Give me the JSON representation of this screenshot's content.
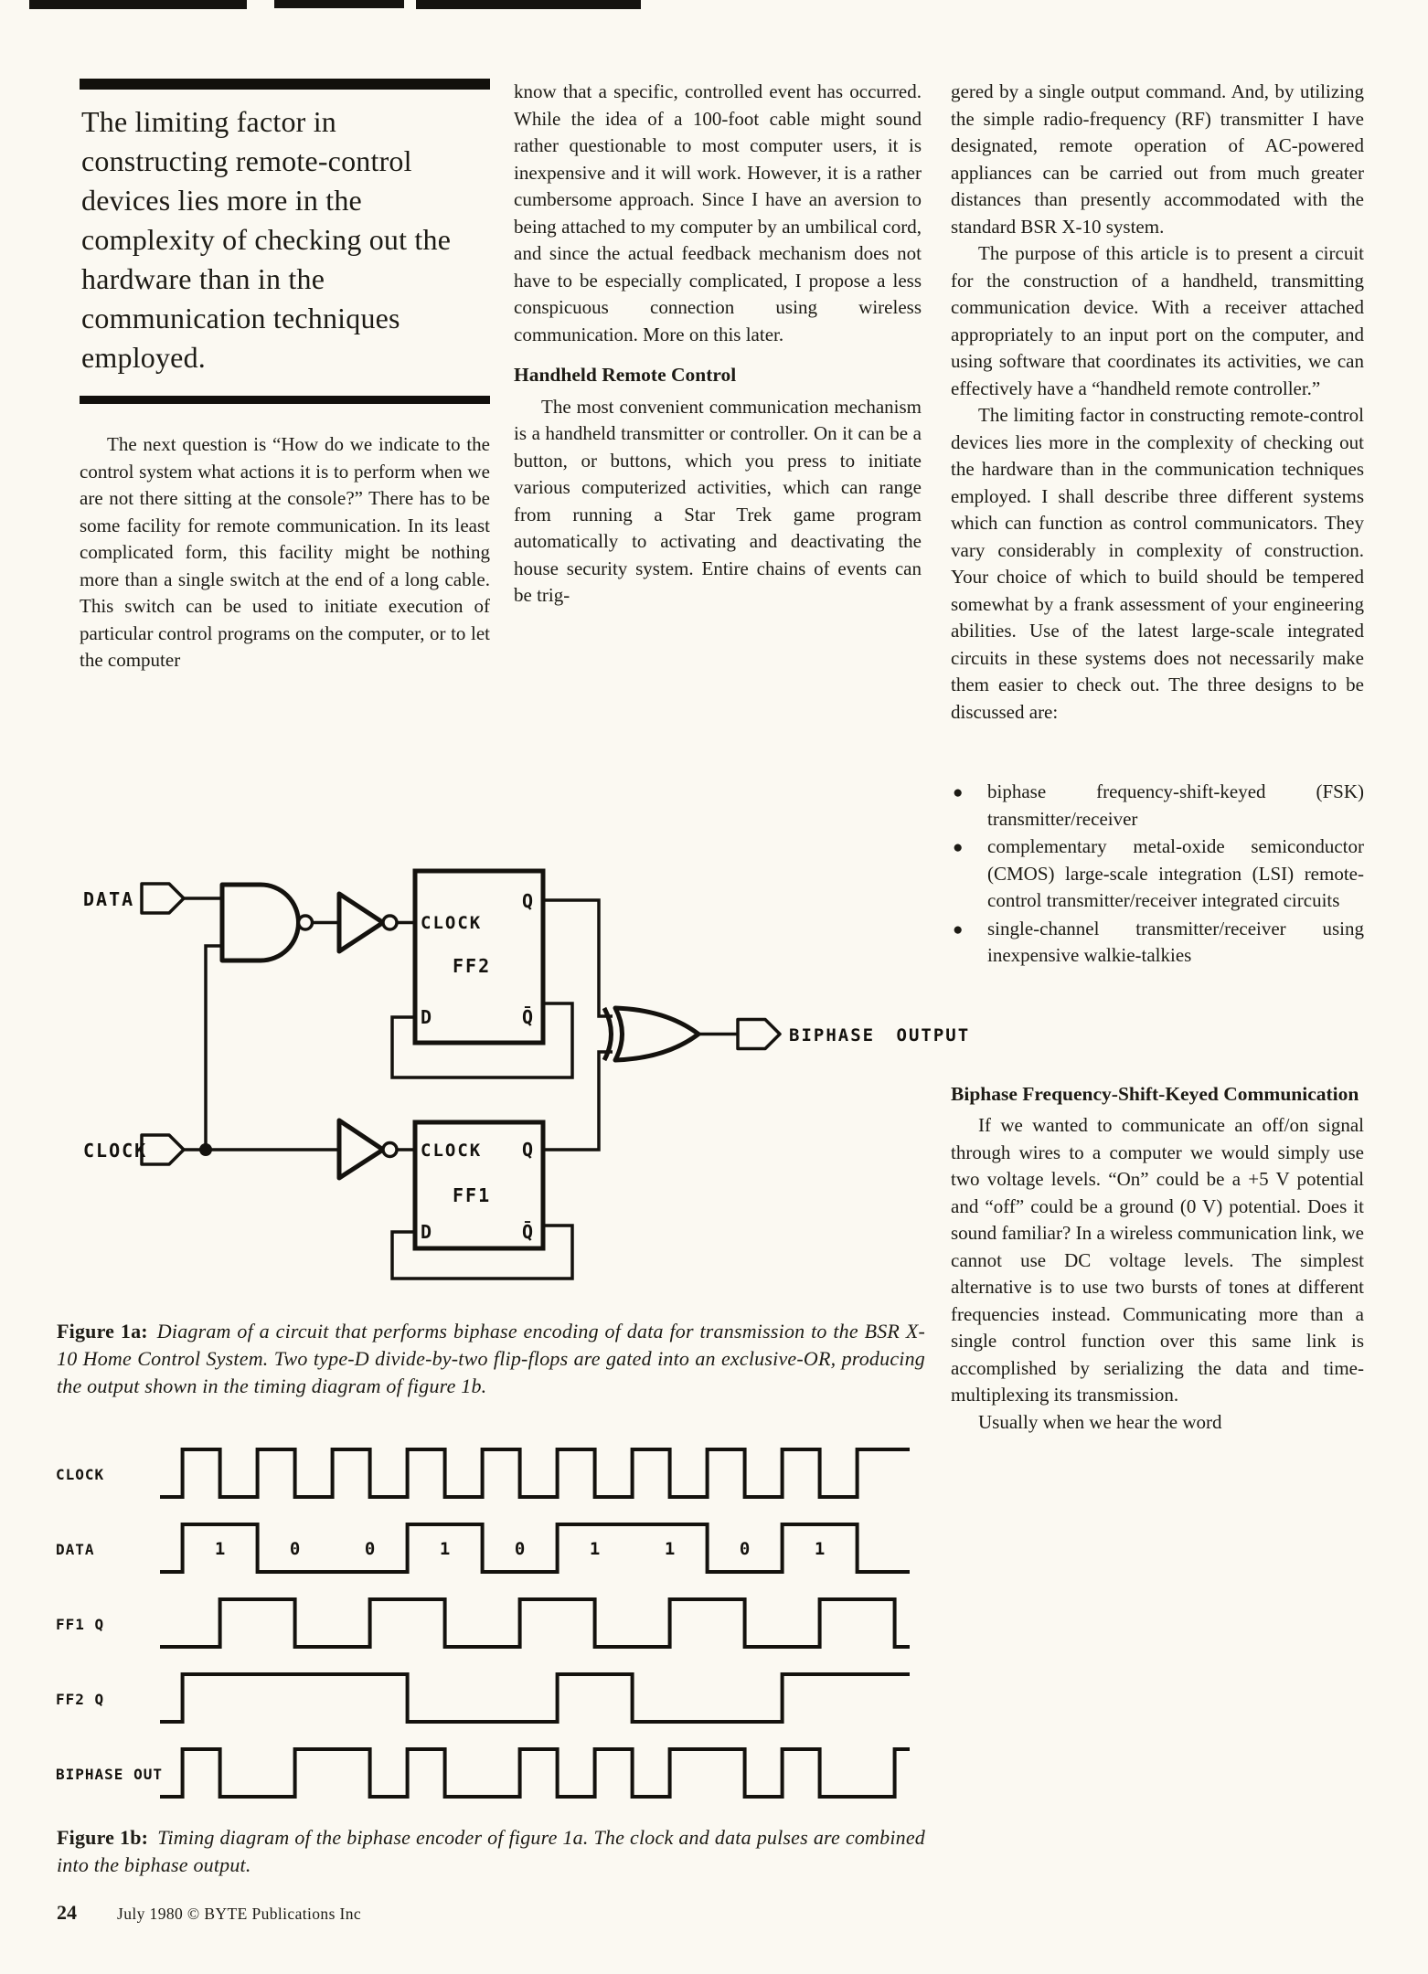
{
  "page": {
    "bg_color": "#fbf9f2",
    "ink_color": "#14120e",
    "footer": {
      "page_number": "24",
      "credit": "July 1980 © BYTE Publications Inc"
    }
  },
  "pull_quote": {
    "text": "The limiting factor in constructing remote-control devices lies more in the complexity of checking out the hardware than in the communication techniques employed."
  },
  "columns": {
    "left": {
      "paragraph": "The next question is “How do we indicate to the control system what actions it is to perform when we are not there sitting at the console?” There has to be some facility for remote communication. In its least complicated form, this facility might be nothing more than a single switch at the end of a long cable. This switch can be used to initiate execution of particular control programs on the computer, or to let the computer"
    },
    "middle": {
      "paragraph_1": "know that a specific, controlled event has occurred. While the idea of a 100-foot cable might sound rather questionable to most computer users, it is inexpensive and it will work. However, it is a rather cumbersome approach. Since I have an aversion to being attached to my computer by an umbilical cord, and since the actual feedback mechanism does not have to be especially complicated, I propose a less conspicuous connection using wireless communication. More on this later.",
      "heading": "Handheld Remote Control",
      "paragraph_2": "The most convenient communication mechanism is a handheld transmitter or controller. On it can be a button, or buttons, which you press to initiate various computerized activities, which can range from running a Star Trek game program automatically to activating and deactivating the house security system. Entire chains of events can be trig-"
    },
    "right": {
      "paragraph_1": "gered by a single output command. And, by utilizing the simple radio-frequency (RF) transmitter I have designated, remote operation of AC-powered appliances can be carried out from much greater distances than presently accommodated with the standard BSR X-10 system.",
      "paragraph_2": "The purpose of this article is to present a circuit for the construction of a handheld, transmitting communication device. With a receiver attached appropriately to an input port on the computer, and using software that coordinates its activities, we can effectively have a “handheld remote controller.”",
      "paragraph_3": "The limiting factor in constructing remote-control devices lies more in the complexity of checking out the hardware than in the communication techniques employed. I shall describe three different systems which can function as control communicators. They vary considerably in complexity of construction. Your choice of which to build should be tempered somewhat by a frank assessment of your engineering abilities. Use of the latest large-scale integrated circuits in these systems does not necessarily make them easier to check out. The three designs to be discussed are:",
      "bullet_glyph": "●",
      "bullets": [
        "biphase frequency-shift-keyed (FSK) transmitter/receiver",
        "complementary metal-oxide semiconductor (CMOS) large-scale integration (LSI) remote-control transmitter/receiver integrated circuits",
        "single-channel transmitter/receiver using inexpensive walkie-talkies"
      ],
      "heading": "Biphase Frequency-Shift-Keyed Communication",
      "paragraph_4": "If we wanted to communicate an off/on signal through wires to a computer we would simply use two voltage levels. “On” could be a +5 V potential and “off” could be a ground (0 V) potential. Does it sound familiar? In a wireless communication link, we cannot use DC voltage levels. The simplest alternative is to use two bursts of tones at different frequencies instead. Communicating more than a single control function over this same link is accomplished by serializing the data and time-multiplexing its transmission.",
      "paragraph_5": "Usually when we hear the word"
    }
  },
  "figure_1a": {
    "caption_label": "Figure 1a:",
    "caption_text": "Diagram of a circuit that performs biphase encoding of data for transmission to the BSR X-10 Home Control System. Two type-D divide-by-two flip-flops are gated into an exclusive-OR, producing the output shown in the timing diagram of figure 1b.",
    "labels": {
      "data_input": "DATA",
      "clock_input": "CLOCK",
      "clock_pin": "CLOCK",
      "d_pin": "D",
      "q_pin": "Q",
      "q_bar_pin": "Q̄",
      "ff2_name": "FF2",
      "ff1_name": "FF1",
      "output": "BIPHASE OUTPUT"
    }
  },
  "figure_1b": {
    "caption_label": "Figure 1b:",
    "caption_text": "Timing diagram of the biphase encoder of figure 1a. The clock and data pulses are combined into the biphase output.",
    "chart_data": {
      "type": "timing",
      "time_unit": "clock half-period",
      "total_units": 20,
      "data_bits": [
        1,
        0,
        0,
        1,
        0,
        1,
        1,
        0,
        1
      ],
      "rows": [
        {
          "label": "CLOCK",
          "segments": [
            [
              0.6,
              0
            ],
            [
              1,
              1
            ],
            [
              1,
              0
            ],
            [
              1,
              1
            ],
            [
              1,
              0
            ],
            [
              1,
              1
            ],
            [
              1,
              0
            ],
            [
              1,
              1
            ],
            [
              1,
              0
            ],
            [
              1,
              1
            ],
            [
              1,
              0
            ],
            [
              1,
              1
            ],
            [
              1,
              0
            ],
            [
              1,
              1
            ],
            [
              1,
              0
            ],
            [
              1,
              1
            ],
            [
              1,
              0
            ],
            [
              1,
              1
            ],
            [
              1,
              0
            ],
            [
              1.4,
              1
            ]
          ]
        },
        {
          "label": "DATA",
          "show_bits": true,
          "segments": [
            [
              0.6,
              0
            ],
            [
              2,
              1
            ],
            [
              4,
              0
            ],
            [
              2,
              1
            ],
            [
              2,
              0
            ],
            [
              4,
              1
            ],
            [
              2,
              0
            ],
            [
              2,
              1
            ],
            [
              1.4,
              0
            ]
          ]
        },
        {
          "label": "FF1 Q",
          "segments": [
            [
              1.6,
              0
            ],
            [
              2,
              1
            ],
            [
              2,
              0
            ],
            [
              2,
              1
            ],
            [
              2,
              0
            ],
            [
              2,
              1
            ],
            [
              2,
              0
            ],
            [
              2,
              1
            ],
            [
              2,
              0
            ],
            [
              2,
              1
            ],
            [
              0.4,
              0
            ]
          ]
        },
        {
          "label": "FF2 Q",
          "segments": [
            [
              0.6,
              0
            ],
            [
              6,
              1
            ],
            [
              4,
              0
            ],
            [
              2,
              1
            ],
            [
              4,
              0
            ],
            [
              3.4,
              1
            ]
          ]
        },
        {
          "label": "BIPHASE OUT",
          "segments": [
            [
              0.6,
              0
            ],
            [
              1,
              1
            ],
            [
              2,
              0
            ],
            [
              2,
              1
            ],
            [
              1,
              0
            ],
            [
              1,
              1
            ],
            [
              2,
              0
            ],
            [
              1,
              1
            ],
            [
              1,
              0
            ],
            [
              1,
              1
            ],
            [
              1,
              0
            ],
            [
              2,
              1
            ],
            [
              1,
              0
            ],
            [
              1,
              1
            ],
            [
              2,
              0
            ],
            [
              0.4,
              1
            ]
          ]
        }
      ]
    }
  }
}
